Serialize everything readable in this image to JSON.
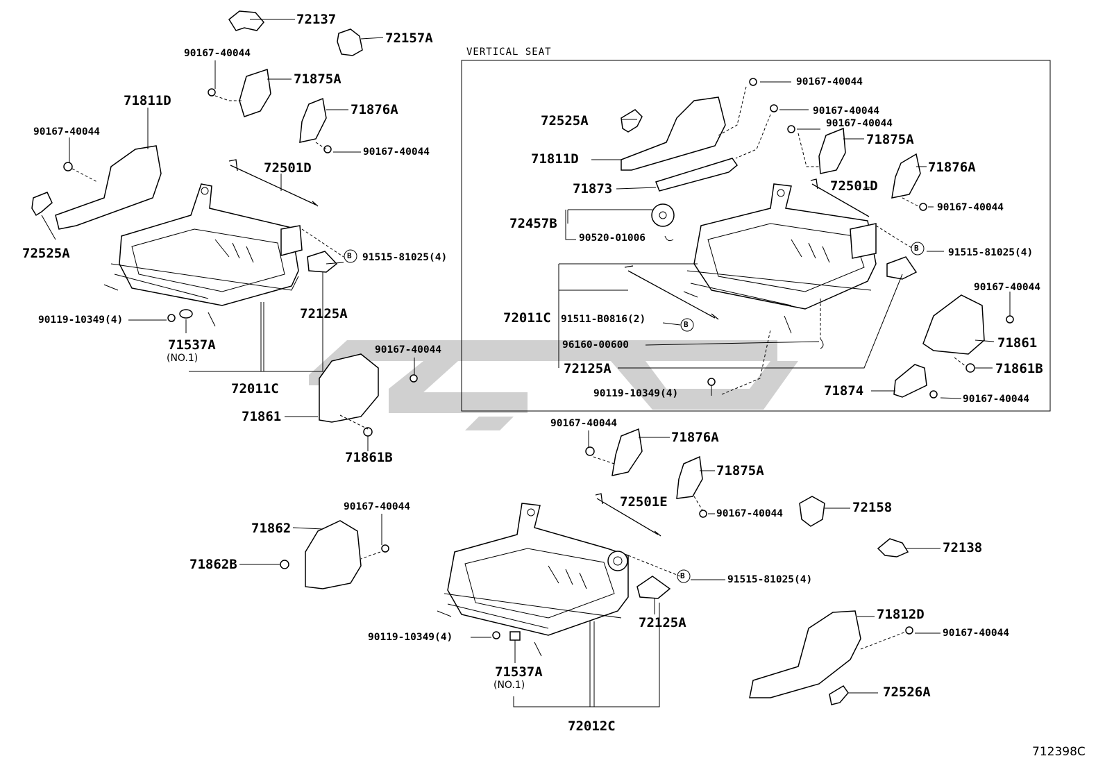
{
  "diagram": {
    "box_title": "VERTICAL SEAT",
    "diagram_code": "712398C",
    "labels": {
      "l_72137": "72137",
      "l_72157A": "72157A",
      "l_90167_a": "90167-40044",
      "l_71875A_a": "71875A",
      "l_71811D_a": "71811D",
      "l_71876A_a": "71876A",
      "l_90167_b": "90167-40044",
      "l_90167_c": "90167-40044",
      "l_72501D_a": "72501D",
      "l_72525A_a": "72525A",
      "l_91515_a": "91515-81025(4)",
      "l_90119_a": "90119-10349(4)",
      "l_72125A_a": "72125A",
      "l_71537A_a": "71537A",
      "l_no1_a": "(NO.1)",
      "l_90167_d": "90167-40044",
      "l_72011C_a": "72011C",
      "l_71861_a": "71861",
      "l_71861B_a": "71861B",
      "v_90167_1": "90167-40044",
      "v_72525A": "72525A",
      "v_90167_2": "90167-40044",
      "v_90167_3": "90167-40044",
      "v_71875A": "71875A",
      "v_71811D": "71811D",
      "v_71876A": "71876A",
      "v_71873": "71873",
      "v_72501D": "72501D",
      "v_90167_4": "90167-40044",
      "v_72457B": "72457B",
      "v_90520": "90520-01006",
      "v_91515": "91515-81025(4)",
      "v_90167_5": "90167-40044",
      "v_72011C": "72011C",
      "v_91511": "91511-B0816(2)",
      "v_71861": "71861",
      "v_96160": "96160-00600",
      "v_71861B": "71861B",
      "v_72125A": "72125A",
      "v_71874": "71874",
      "v_90119": "90119-10349(4)",
      "v_90167_6": "90167-40044",
      "r_90167_a": "90167-40044",
      "r_71876A": "71876A",
      "r_71875A": "71875A",
      "r_72501E": "72501E",
      "r_90167_b": "90167-40044",
      "r_72158": "72158",
      "r_72138": "72138",
      "r_91515": "91515-81025(4)",
      "r_72125A": "72125A",
      "r_71812D": "71812D",
      "r_90167_c": "90167-40044",
      "r_72526A": "72526A",
      "r_90119": "90119-10349(4)",
      "r_71537A": "71537A",
      "r_no1": "(NO.1)",
      "r_72012C": "72012C",
      "l_71862": "71862",
      "l_90167_e": "90167-40044",
      "l_71862B": "71862B"
    },
    "bolt_marker": "B"
  }
}
